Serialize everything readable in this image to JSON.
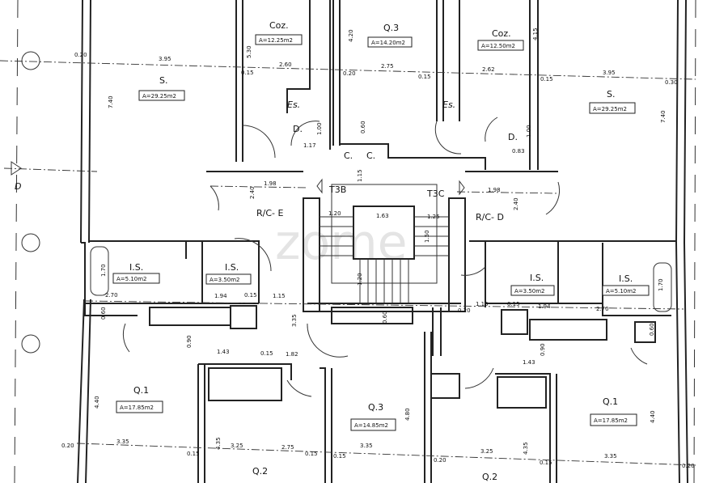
{
  "plan": {
    "watermark": "zome",
    "section_marker": "D",
    "stair_labels": [
      "T3B",
      "T3C"
    ],
    "hall_labels": [
      "R/C- E",
      "R/C- D"
    ],
    "rooms": [
      {
        "name": "S.",
        "area": "A=29.25m2"
      },
      {
        "name": "Coz.",
        "area": "A=12.25m2"
      },
      {
        "name": "Q.3",
        "area": "A=14.20m2"
      },
      {
        "name": "Coz.",
        "area": "A=12.50m2"
      },
      {
        "name": "S.",
        "area": "A=29.25m2"
      },
      {
        "name": "I.S.",
        "area": "A=5.10m2"
      },
      {
        "name": "I.S.",
        "area": "A=3.50m2"
      },
      {
        "name": "I.S.",
        "area": "A=3.50m2"
      },
      {
        "name": "I.S.",
        "area": "A=5.10m2"
      },
      {
        "name": "Q.1",
        "area": "A=17.85m2"
      },
      {
        "name": "Q.3",
        "area": "A=14.85m2"
      },
      {
        "name": "Q.1",
        "area": "A=17.85m2"
      },
      {
        "name": "Q.2"
      },
      {
        "name": "Q.2"
      }
    ],
    "small_labels": [
      "Es.",
      "Es.",
      "D.",
      "D.",
      "C.",
      "C."
    ],
    "dimensions": [
      "0.20",
      "3.95",
      "0.15",
      "2.60",
      "0.20",
      "2.75",
      "0.15",
      "2.62",
      "0.15",
      "3.95",
      "0.30",
      "7.40",
      "5.30",
      "4.20",
      "4.15",
      "7.40",
      "1.00",
      "1.17",
      "0.60",
      "1.00",
      "0.83",
      "1.98",
      "2.40",
      "1.15",
      "1.20",
      "1.63",
      "1.25",
      "1.50",
      "1.20",
      "1.98",
      "2.40",
      "1.70",
      "2.70",
      "1.94",
      "0.15",
      "1.15",
      "3.35",
      "0.20",
      "1.15",
      "0.15",
      "1.94",
      "2.70",
      "1.70",
      "0.60",
      "0.90",
      "1.43",
      "0.15",
      "1.82",
      "0.60",
      "0.90",
      "1.43",
      "0.60",
      "4.40",
      "4.80",
      "4.40",
      "3.35",
      "0.15",
      "4.35",
      "3.25",
      "2.75",
      "0.15",
      "0.20",
      "3.25",
      "4.35",
      "0.15",
      "3.35",
      "0.20",
      "0.20",
      "0.15",
      "3.35"
    ]
  }
}
